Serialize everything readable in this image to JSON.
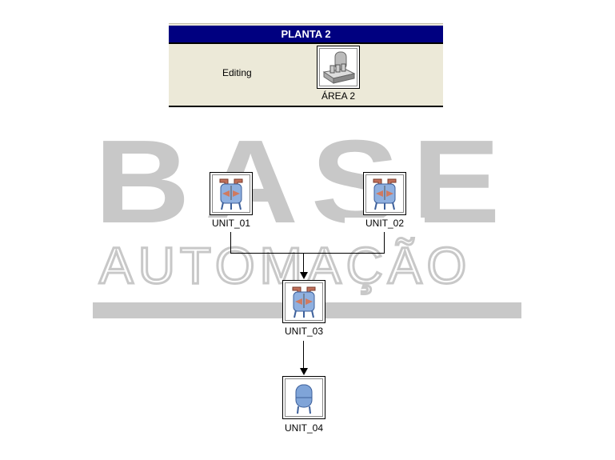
{
  "watermark": {
    "line1": "BASE",
    "line2": "AUTOMAÇÃO"
  },
  "panel": {
    "title": "PLANTA 2",
    "status": "Editing",
    "area": {
      "label": "ÁREA 2",
      "icon": "plant-icon"
    }
  },
  "units": [
    {
      "label": "UNIT_01",
      "icon": "reactor-icon"
    },
    {
      "label": "UNIT_02",
      "icon": "reactor-icon"
    },
    {
      "label": "UNIT_03",
      "icon": "reactor-icon"
    },
    {
      "label": "UNIT_04",
      "icon": "tank-icon"
    }
  ],
  "colors": {
    "title_bar": "#000080",
    "panel_bg": "#ece9d8",
    "watermark": "#c8c8c8"
  }
}
